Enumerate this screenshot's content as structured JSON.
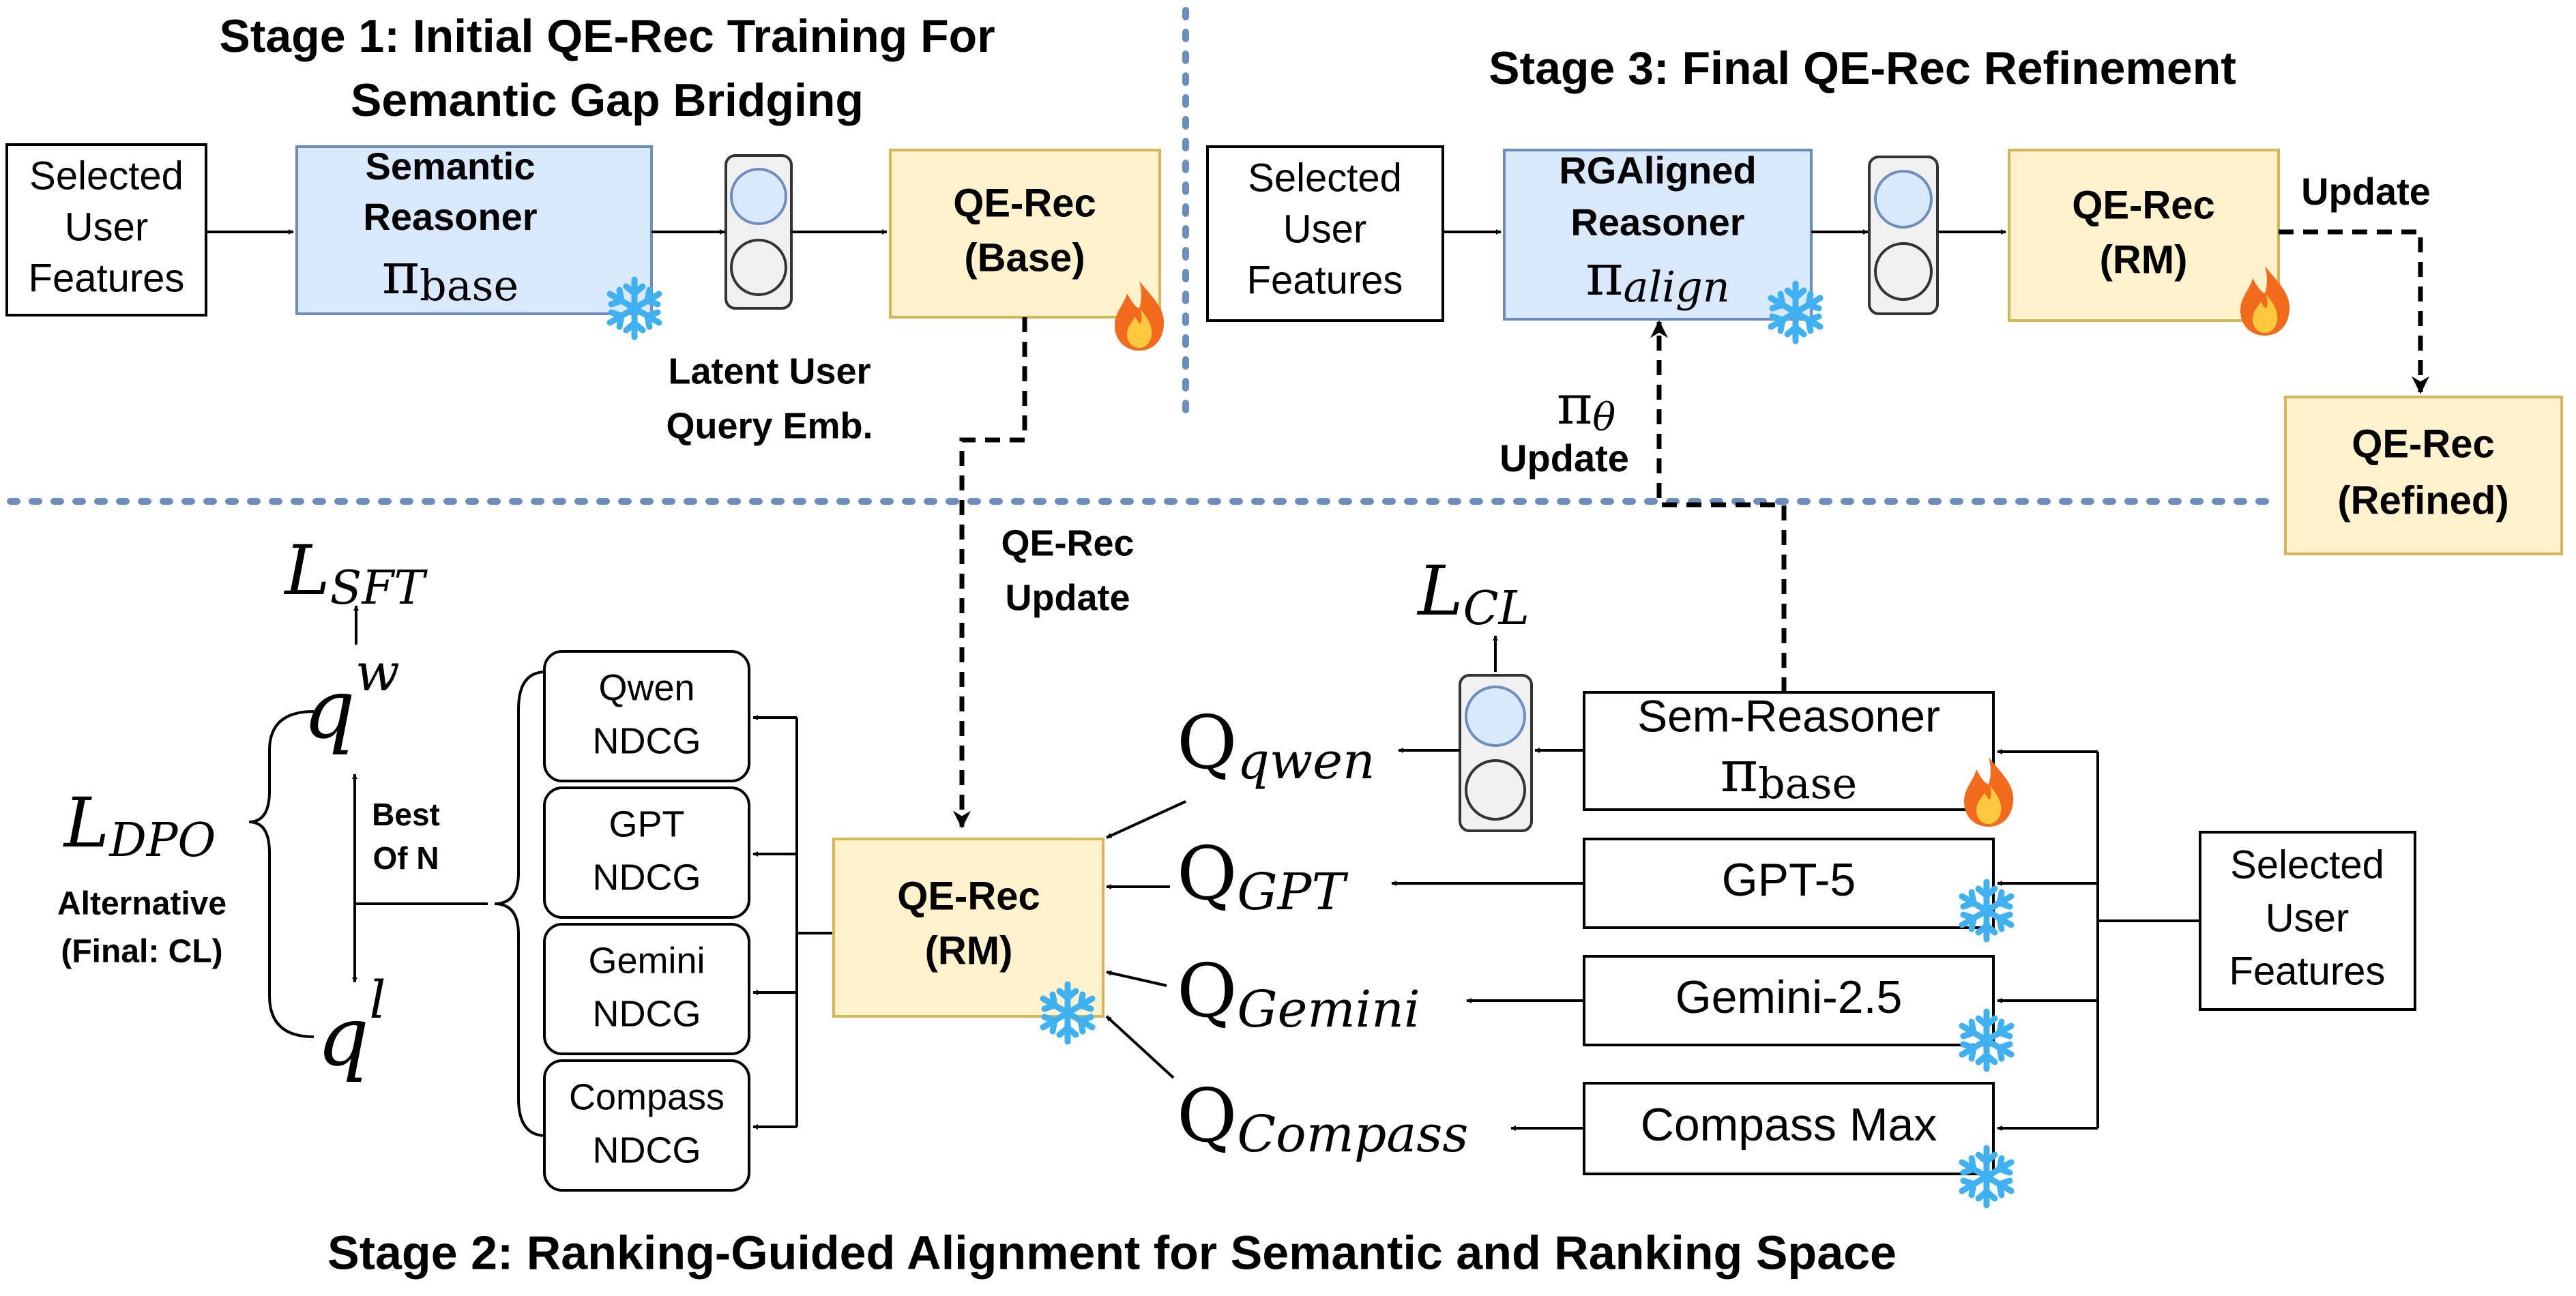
{
  "stage1": {
    "title_line1": "Stage 1: Initial QE-Rec Training For",
    "title_line2": "Semantic Gap Bridging",
    "selected_features": [
      "Selected",
      "User",
      "Features"
    ],
    "reasoner": [
      "Semantic",
      "Reasoner"
    ],
    "reasoner_symbol": "π",
    "reasoner_subscript": "base",
    "qerec": [
      "QE-Rec",
      "(Base)"
    ],
    "latent_label": [
      "Latent User",
      "Query Emb."
    ]
  },
  "stage3": {
    "title": "Stage 3: Final QE-Rec Refinement",
    "selected_features": [
      "Selected",
      "User",
      "Features"
    ],
    "reasoner": [
      "RGAligned",
      "Reasoner"
    ],
    "reasoner_symbol": "π",
    "reasoner_subscript": "align",
    "qerec": [
      "QE-Rec",
      "(RM)"
    ],
    "update_label": "Update",
    "refined": [
      "QE-Rec",
      "(Refined)"
    ],
    "pi_theta_symbol": "π",
    "pi_theta_subscript": "θ",
    "pi_theta_update": "Update"
  },
  "stage2": {
    "title": "Stage 2: Ranking-Guided Alignment for Semantic and Ranking Space",
    "qerec_update": [
      "QE-Rec",
      "Update"
    ],
    "center_model": [
      "QE-Rec",
      "(RM)"
    ],
    "ndcg_boxes": [
      [
        "Qwen",
        "NDCG"
      ],
      [
        "GPT",
        "NDCG"
      ],
      [
        "Gemini",
        "NDCG"
      ],
      [
        "Compass",
        "NDCG"
      ]
    ],
    "q_labels": [
      {
        "base": "Q",
        "sub": "qwen"
      },
      {
        "base": "Q",
        "sub": "GPT"
      },
      {
        "base": "Q",
        "sub": "Gemini"
      },
      {
        "base": "Q",
        "sub": "Compass"
      }
    ],
    "generators": [
      {
        "name": "Sem-Reasoner",
        "symbol": "π",
        "sub": "base"
      },
      {
        "name": "GPT-5"
      },
      {
        "name": "Gemini-2.5"
      },
      {
        "name": "Compass Max"
      }
    ],
    "selected_features": [
      "Selected",
      "User",
      "Features"
    ],
    "loss_cl": {
      "base": "L",
      "sub": "CL"
    },
    "loss_sft": {
      "base": "L",
      "sub": "SFT"
    },
    "loss_dpo": {
      "base": "L",
      "sub": "DPO"
    },
    "qw": {
      "base": "q",
      "sup": "w"
    },
    "ql": {
      "base": "q",
      "sup": "l"
    },
    "best_of_n": [
      "Best",
      "Of N"
    ],
    "alternative": [
      "Alternative",
      "(Final: CL)"
    ]
  },
  "colors": {
    "blue_fill": "#dae8fc",
    "blue_stroke": "#6c8ebf",
    "yellow_fill": "#fff2cc",
    "yellow_stroke": "#d6b656",
    "divider": "#6c8ebf",
    "snowflake": "#3fb0f0",
    "flame_outer": "#f26b1d",
    "flame_inner": "#ffc83d"
  }
}
